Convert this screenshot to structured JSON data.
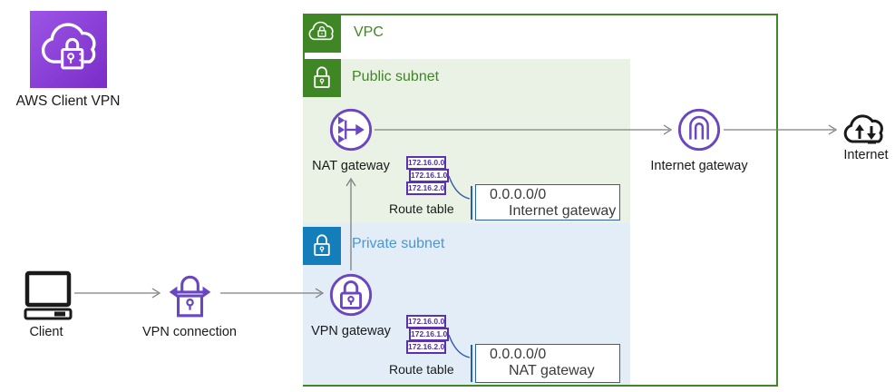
{
  "client_vpn": {
    "label": "AWS Client VPN"
  },
  "client": {
    "label": "Client"
  },
  "vpn_connection": {
    "label": "VPN connection"
  },
  "vpc": {
    "label": "VPC"
  },
  "public_subnet": {
    "label": "Public subnet"
  },
  "private_subnet": {
    "label": "Private subnet"
  },
  "nat_gateway": {
    "label": "NAT gateway"
  },
  "vpn_gateway": {
    "label": "VPN gateway"
  },
  "internet_gateway": {
    "label": "Internet gateway"
  },
  "internet": {
    "label": "Internet"
  },
  "public_route_table": {
    "label": "Route table",
    "entries": [
      "172.16.0.0",
      "172.16.1.0",
      "172.16.2.0"
    ],
    "route": {
      "destination": "0.0.0.0/0",
      "target": "Internet gateway"
    }
  },
  "private_route_table": {
    "label": "Route table",
    "entries": [
      "172.16.0.0",
      "172.16.1.0",
      "172.16.2.0"
    ],
    "route": {
      "destination": "0.0.0.0/0",
      "target": "NAT gateway"
    }
  },
  "colors": {
    "vpc_green": "#3F8624",
    "public_subnet_bg": "#EAF2E5",
    "private_subnet_bg": "#E3EDF7",
    "subnet_blue": "#147EBA",
    "private_title_text": "#4E96CC",
    "icon_purple": "#6B46C1",
    "chip_border_purple": "#5A31B5",
    "route_box_blue": "#2E5FA0",
    "arrow_gray": "#7F7F7F",
    "client_vpn_gradient_start": "#9C55E6",
    "client_vpn_gradient_end": "#7A2DC8"
  }
}
